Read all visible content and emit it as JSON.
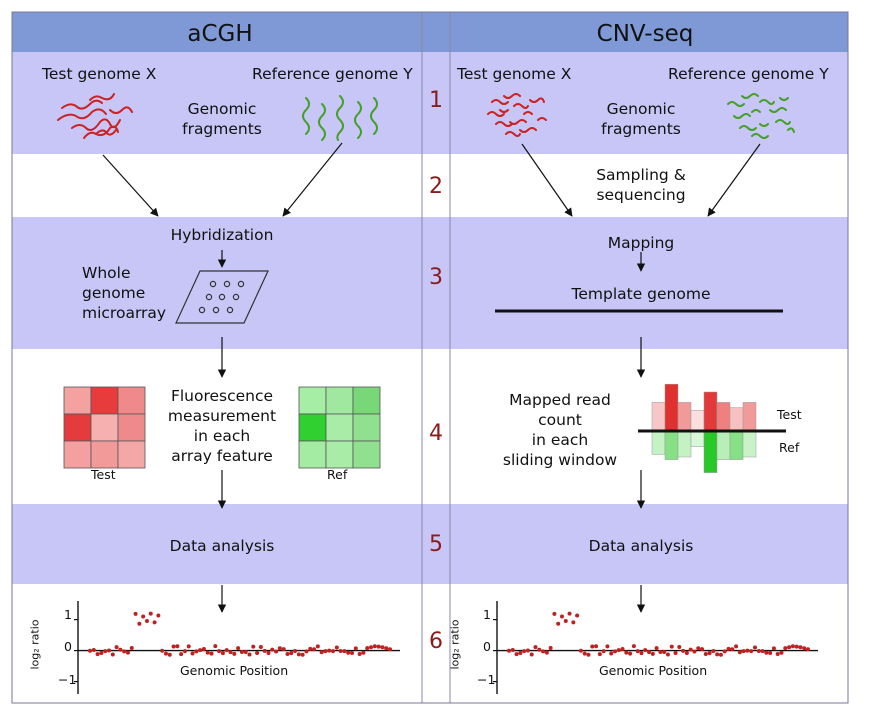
{
  "headers": {
    "left": "aCGH",
    "right": "CNV-seq"
  },
  "steps": [
    "1",
    "2",
    "3",
    "4",
    "5",
    "6"
  ],
  "acgh": {
    "test_genome": "Test genome X",
    "ref_genome": "Reference genome Y",
    "fragments": [
      "Genomic",
      "fragments"
    ],
    "hybridization": "Hybridization",
    "microarray": [
      "Whole",
      "genome",
      "microarray"
    ],
    "fluorescence": [
      "Fluorescence",
      "measurement",
      "in each",
      "array feature"
    ],
    "test_label": "Test",
    "ref_label": "Ref",
    "data_analysis": "Data analysis",
    "test_grid_colors": [
      [
        "#f4a1a1",
        "#e83c3c",
        "#f08a8a"
      ],
      [
        "#e43c3c",
        "#f7b0b0",
        "#ee8a8a"
      ],
      [
        "#f4a0a0",
        "#f29a9a",
        "#f3a7a7"
      ]
    ],
    "ref_grid_colors": [
      [
        "#a6eea6",
        "#a0e8a0",
        "#78d878"
      ],
      [
        "#30d030",
        "#a8eca8",
        "#90e090"
      ],
      [
        "#a4eca4",
        "#a8eca8",
        "#90e090"
      ]
    ]
  },
  "cnvseq": {
    "test_genome": "Test genome X",
    "ref_genome": "Reference genome Y",
    "fragments": [
      "Genomic",
      "fragments"
    ],
    "sampling": [
      "Sampling &",
      "sequencing"
    ],
    "mapping": "Mapping",
    "template": "Template genome",
    "read_count": [
      "Mapped read",
      "count",
      "in each",
      "sliding window"
    ],
    "test_label": "Test",
    "ref_label": "Ref",
    "data_analysis": "Data analysis",
    "test_bars": [
      0.55,
      0.9,
      0.55,
      0.4,
      0.75,
      0.55,
      0.45,
      0.55
    ],
    "ref_bars": [
      0.45,
      0.55,
      0.5,
      0.3,
      0.8,
      0.55,
      0.55,
      0.5
    ],
    "test_bar_colors": [
      "#f7c7c7",
      "#e03030",
      "#f09a9a",
      "#fbdede",
      "#e23a3a",
      "#f08080",
      "#f7c0c0",
      "#f19a9a"
    ],
    "ref_bar_colors": [
      "#c5f2c5",
      "#86e086",
      "#c5f2c5",
      "#d8f7d8",
      "#28c828",
      "#b8eeb8",
      "#86e086",
      "#c8f2c8"
    ]
  },
  "plot": {
    "ylabel": "log₂ ratio",
    "xlabel": "Genomic Position",
    "yticks": [
      "1",
      "0",
      "−1"
    ],
    "ylim": [
      -1.4,
      1.6
    ],
    "point_color": "#c02020",
    "amplified_region": [
      0.14,
      0.24
    ],
    "amplified_value": 1.1,
    "baseline_value": 0.0
  },
  "colors": {
    "band": "#c7c6f6",
    "header": "#7f99d6",
    "arrow": "#111111",
    "test_fragment": "#cc2222",
    "ref_fragment": "#44a028"
  }
}
